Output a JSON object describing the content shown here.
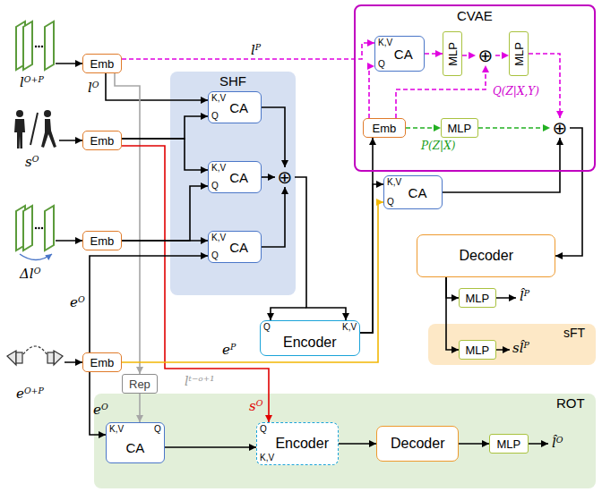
{
  "diagram": {
    "nodes": [
      {
        "text": [
          "Emb"
        ]
      },
      {
        "text": [
          "Emb"
        ]
      },
      {
        "text": [
          "Emb"
        ]
      },
      {
        "text": [
          "Emb"
        ]
      },
      {
        "text": [
          "SHF"
        ]
      },
      {
        "text": [
          "K,V",
          "CA",
          "Q"
        ],
        "in": 4
      },
      {
        "text": [
          "K,V",
          "CA",
          "Q"
        ],
        "in": 4
      },
      {
        "text": [
          "K,V",
          "CA",
          "Q"
        ],
        "in": 4
      },
      {
        "text": [
          "⊕"
        ],
        "in": 4
      },
      {
        "text": [
          "Q",
          "K,V",
          "Encoder"
        ]
      },
      {
        "text": [
          "CVAE"
        ]
      },
      {
        "text": [
          "K,V",
          "CA",
          "Q"
        ],
        "in": 10
      },
      {
        "text": [
          "MLP"
        ],
        "in": 10
      },
      {
        "text": [
          "⊕"
        ],
        "in": 10
      },
      {
        "text": [
          "MLP"
        ],
        "in": 10
      },
      {
        "text": [
          "Emb"
        ],
        "in": 10
      },
      {
        "text": [
          "MLP"
        ],
        "in": 10
      },
      {
        "text": [
          "⊕"
        ],
        "in": 10
      },
      {
        "text": [
          "K,V",
          "CA",
          "Q"
        ]
      },
      {
        "text": [
          "Decoder"
        ]
      },
      {
        "text": [
          "MLP"
        ]
      },
      {
        "text": [
          "sFT"
        ]
      },
      {
        "text": [
          "MLP"
        ],
        "in": 21
      },
      {
        "text": [
          "ROT"
        ]
      },
      {
        "text": [
          "Rep"
        ]
      },
      {
        "text": [
          "K,V",
          "Q",
          "CA"
        ],
        "in": 23
      },
      {
        "text": [
          "Q",
          "K,V",
          "Encoder"
        ],
        "in": 23
      },
      {
        "text": [
          "Decoder"
        ],
        "in": 23
      },
      {
        "text": [
          "MLP"
        ],
        "in": 23
      }
    ],
    "edges": [
      {
        "from": 0,
        "to": 5,
        "arrow": "to"
      },
      {
        "from": 0,
        "to": 11,
        "arrow": "to"
      },
      {
        "from": 0,
        "to": 24,
        "arrow": "to"
      },
      {
        "from": 1,
        "to": 5,
        "arrow": "to"
      },
      {
        "from": 1,
        "to": 6,
        "arrow": "to"
      },
      {
        "from": 1,
        "to": 26,
        "arrow": "to"
      },
      {
        "from": 2,
        "to": 6,
        "arrow": "to"
      },
      {
        "from": 2,
        "to": 7,
        "arrow": "to"
      },
      {
        "from": 3,
        "to": 7,
        "arrow": "to"
      },
      {
        "from": 3,
        "to": 18,
        "arrow": "to"
      },
      {
        "from": 3,
        "to": 25,
        "arrow": "to"
      },
      {
        "from": 5,
        "to": 8,
        "arrow": "to"
      },
      {
        "from": 6,
        "to": 8,
        "arrow": "to"
      },
      {
        "from": 7,
        "to": 8,
        "arrow": "to"
      },
      {
        "from": 8,
        "to": 9,
        "arrow": "to"
      },
      {
        "from": 9,
        "to": 15,
        "arrow": "to"
      },
      {
        "from": 9,
        "to": 18,
        "arrow": "to"
      },
      {
        "from": 15,
        "to": 11,
        "arrow": "to"
      },
      {
        "from": 15,
        "to": 13,
        "arrow": "to"
      },
      {
        "from": 15,
        "to": 16,
        "arrow": "to"
      },
      {
        "from": 11,
        "to": 12,
        "arrow": "to"
      },
      {
        "from": 12,
        "to": 13,
        "arrow": "to"
      },
      {
        "from": 13,
        "to": 14,
        "arrow": "to"
      },
      {
        "from": 14,
        "to": 17,
        "arrow": "to"
      },
      {
        "from": 16,
        "to": 17,
        "arrow": "to"
      },
      {
        "from": 18,
        "to": 17,
        "arrow": "to"
      },
      {
        "from": 17,
        "to": 19,
        "arrow": "to"
      },
      {
        "from": 19,
        "to": 20,
        "arrow": "to"
      },
      {
        "from": 19,
        "to": 22,
        "arrow": "to"
      },
      {
        "from": 24,
        "to": 25,
        "arrow": "to"
      },
      {
        "from": 25,
        "to": 26,
        "arrow": "to"
      },
      {
        "from": 26,
        "to": 27,
        "arrow": "to"
      },
      {
        "from": 27,
        "to": 28,
        "arrow": "to"
      }
    ],
    "labels": [
      "lᴼ⁺ᴾ",
      "lᴾ",
      "lᴼ",
      "sᴼ",
      "Δlᴼ",
      "eᴼ",
      "eᴼ⁺ᴾ",
      "eᴾ",
      "lᵗ⁻ᵒ⁺¹",
      "sᴼ",
      "eᴼ",
      "Q(Z|X,Y)",
      "P(Z|X)",
      "l̂ᴾ",
      "sl̂ᴾ",
      "l̂ᴼ"
    ]
  }
}
